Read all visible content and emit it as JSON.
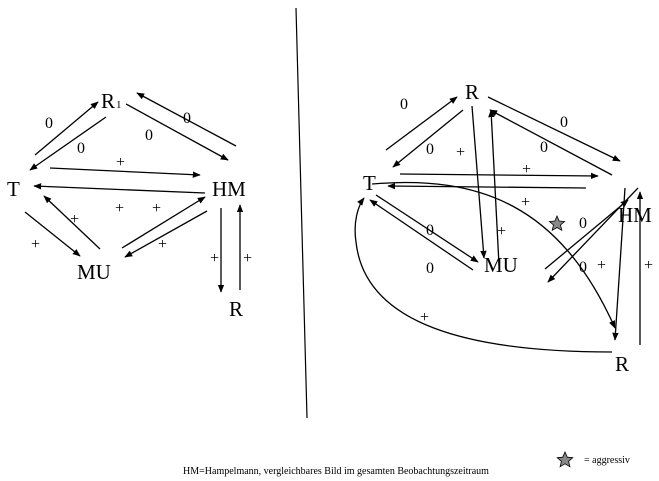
{
  "left_graph": {
    "nodes": {
      "r1": "R",
      "r1_sub": "1",
      "t": "T",
      "hm": "HM",
      "mu": "MU",
      "r": "R"
    },
    "edge_labels": {
      "t_r1_upper": "0",
      "r1_t_lower": "0",
      "hm_r1_upper": "0",
      "r1_hm_lower": "0",
      "t_hm_top": "+",
      "hm_t_mid_a": "+",
      "hm_t_mid_b": "+",
      "mu_t": "+",
      "t_mu": "+",
      "mu_hm": "+",
      "hm_r": "+",
      "r_hm": "+"
    }
  },
  "right_graph": {
    "nodes": {
      "r_top": "R",
      "t": "T",
      "hm": "HM",
      "mu": "MU",
      "r_bottom": "R"
    },
    "edge_labels": {
      "t_r_upper": "0",
      "r_t_lower": "0",
      "hm_r_upper": "0",
      "r_hm_lower": "0",
      "r_mu": "+",
      "t_hm_a": "+",
      "t_hm_b": "+",
      "t_mu_a": "0",
      "t_mu_b": "0",
      "mu_r": "+",
      "hm_mu_a": "0",
      "hm_mu_b": "0",
      "hm_r": "+",
      "r_hm": "+",
      "arc_r_t": "+"
    },
    "aggressive_star_color": "#888888"
  },
  "legend": {
    "star_icon": "star-icon",
    "star_color": "#888888",
    "label": "= aggressiv"
  },
  "caption": "HM=Hampelmann, vergleichbares Bild im gesamten Beobachtungszeitraum"
}
